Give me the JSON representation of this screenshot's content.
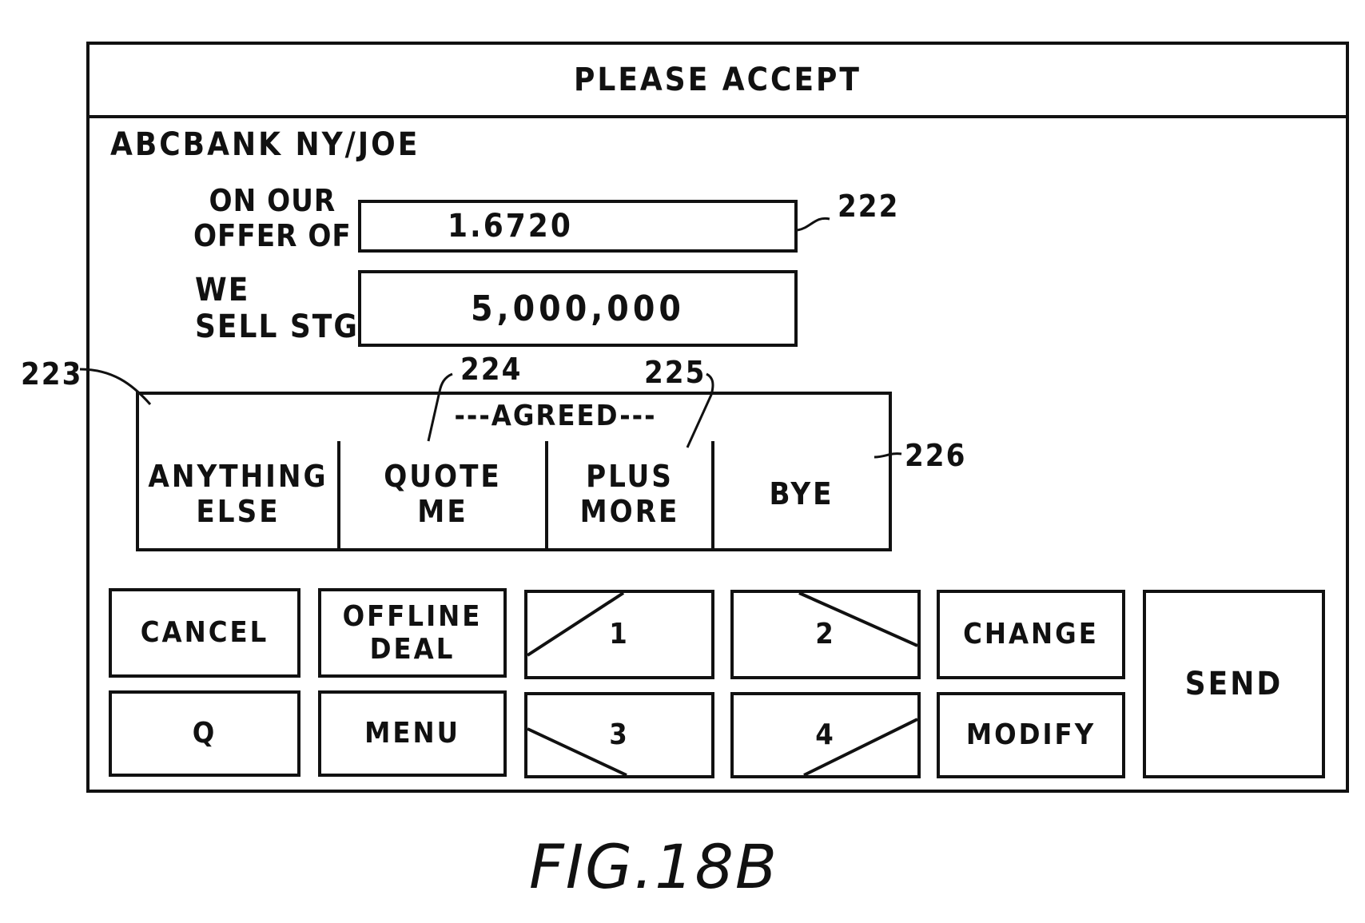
{
  "window": {
    "title": "PLEASE ACCEPT",
    "counterparty": "ABCBANK NY/JOE"
  },
  "fields": {
    "rate_label": "ON OUR\nOFFER OF",
    "rate_value": "1.6720",
    "amount_label": "WE\nSELL STG",
    "amount_value": "5,000,000"
  },
  "agreed_panel": {
    "heading": "---AGREED---",
    "options": [
      "ANYTHING\nELSE",
      "QUOTE\nME",
      "PLUS\nMORE",
      "BYE"
    ]
  },
  "keypad": {
    "cancel": "CANCEL",
    "offline_deal": "OFFLINE\nDEAL",
    "key1": "1",
    "key2": "2",
    "change": "CHANGE",
    "send": "SEND",
    "q": "Q",
    "menu": "MENU",
    "key3": "3",
    "key4": "4",
    "modify": "MODIFY"
  },
  "reference_numerals": {
    "r222": "222",
    "r223": "223",
    "r224": "224",
    "r225": "225",
    "r226": "226"
  },
  "figure_label": "FIG.18B"
}
